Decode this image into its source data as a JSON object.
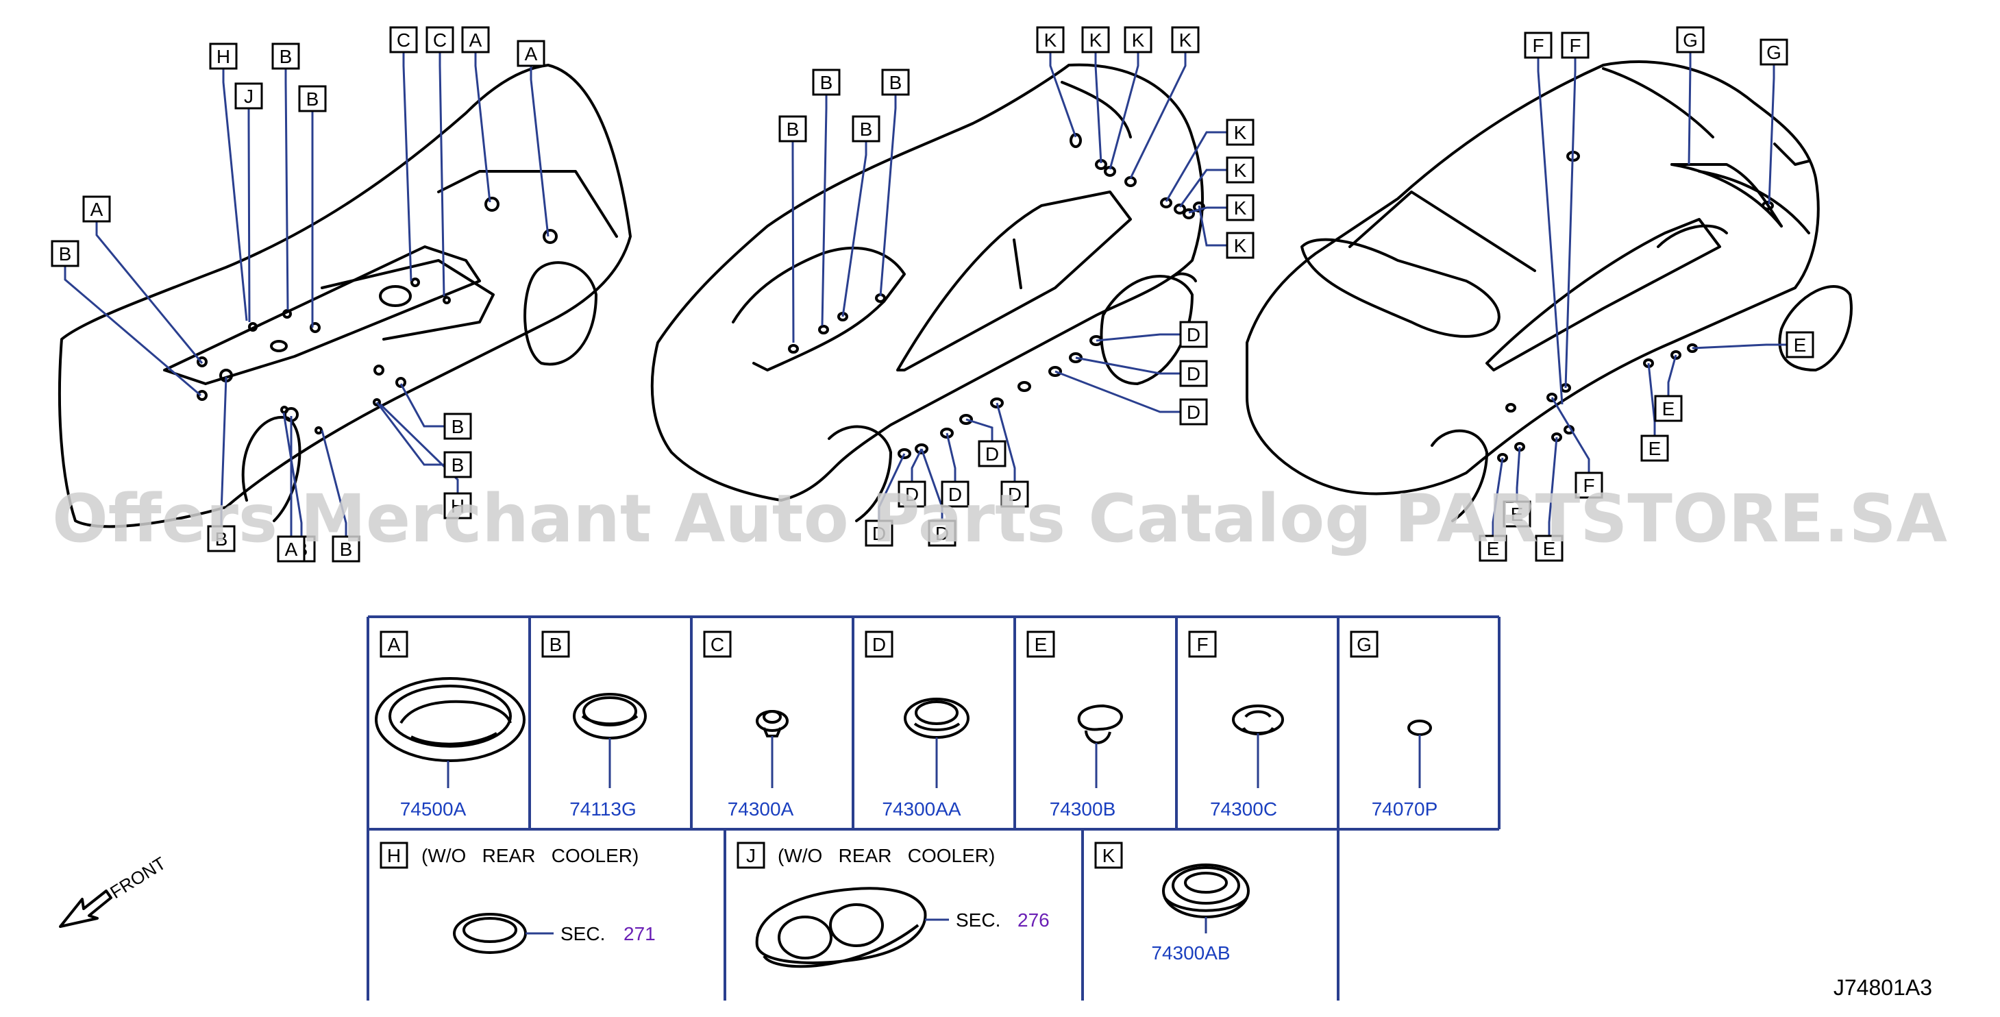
{
  "watermark": "Offers Merchant Auto Parts Catalog PARTSTORE.SA",
  "drawing_code": "J74801A3",
  "front_label": "FRONT",
  "colors": {
    "line": "#000000",
    "leader": "#2a3f8f",
    "table": "#2a3f8f",
    "part_number": "#1a3fbf",
    "section_ref": "#6a1fb5",
    "watermark": "#cfcfcf"
  },
  "callouts": [
    {
      "letter": "H"
    },
    {
      "letter": "B"
    },
    {
      "letter": "J"
    },
    {
      "letter": "B"
    },
    {
      "letter": "C"
    },
    {
      "letter": "C"
    },
    {
      "letter": "A"
    },
    {
      "letter": "A"
    },
    {
      "letter": "A"
    },
    {
      "letter": "B"
    },
    {
      "letter": "B"
    },
    {
      "letter": "B"
    },
    {
      "letter": "H"
    },
    {
      "letter": "B"
    },
    {
      "letter": "B"
    },
    {
      "letter": "A"
    },
    {
      "letter": "B"
    },
    {
      "letter": "B"
    },
    {
      "letter": "B"
    },
    {
      "letter": "B"
    },
    {
      "letter": "B"
    },
    {
      "letter": "K"
    },
    {
      "letter": "K"
    },
    {
      "letter": "K"
    },
    {
      "letter": "K"
    },
    {
      "letter": "K"
    },
    {
      "letter": "K"
    },
    {
      "letter": "K"
    },
    {
      "letter": "K"
    },
    {
      "letter": "D"
    },
    {
      "letter": "D"
    },
    {
      "letter": "D"
    },
    {
      "letter": "D"
    },
    {
      "letter": "D"
    },
    {
      "letter": "D"
    },
    {
      "letter": "D"
    },
    {
      "letter": "D"
    },
    {
      "letter": "D"
    },
    {
      "letter": "F"
    },
    {
      "letter": "F"
    },
    {
      "letter": "G"
    },
    {
      "letter": "G"
    },
    {
      "letter": "E"
    },
    {
      "letter": "E"
    },
    {
      "letter": "E"
    },
    {
      "letter": "F"
    },
    {
      "letter": "E"
    },
    {
      "letter": "E"
    },
    {
      "letter": "E"
    }
  ],
  "parts_table": {
    "row1": [
      {
        "letter": "A",
        "part_number": "74500A"
      },
      {
        "letter": "B",
        "part_number": "74113G"
      },
      {
        "letter": "C",
        "part_number": "74300A"
      },
      {
        "letter": "D",
        "part_number": "74300AA"
      },
      {
        "letter": "E",
        "part_number": "74300B"
      },
      {
        "letter": "F",
        "part_number": "74300C"
      },
      {
        "letter": "G",
        "part_number": "74070P"
      }
    ],
    "row2": [
      {
        "letter": "H",
        "note": "(W/O   REAR   COOLER)",
        "sec_label": "SEC.",
        "sec_number": "271"
      },
      {
        "letter": "J",
        "note": "(W/O   REAR   COOLER)",
        "sec_label": "SEC.",
        "sec_number": "276"
      },
      {
        "letter": "K",
        "part_number": "74300AB"
      }
    ]
  }
}
